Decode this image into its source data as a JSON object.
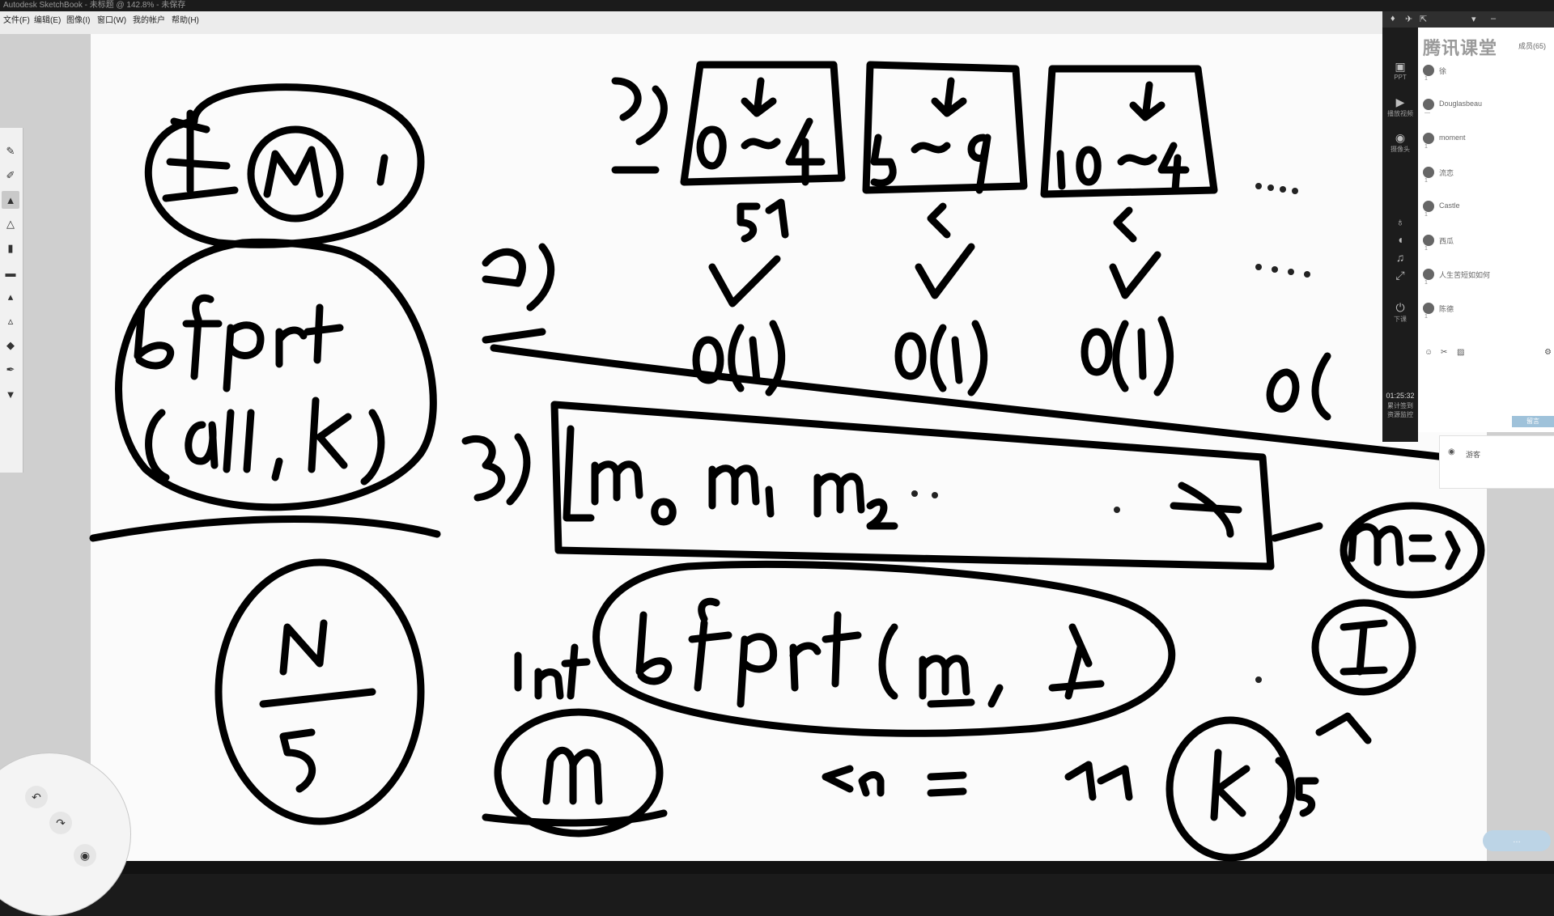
{
  "window": {
    "title": "Autodesk SketchBook - 未标题 @ 142.8% - 未保存"
  },
  "menu": {
    "items": [
      "文件(F)",
      "编辑(E)",
      "图像(I)",
      "窗口(W)",
      "我的帐户",
      "帮助(H)"
    ]
  },
  "tools": [
    "pencil-icon",
    "ballpoint-icon",
    "marker-icon",
    "airbrush-icon",
    "paintbrush-icon",
    "eraser-icon",
    "chisel-icon",
    "smudge-icon",
    "fill-icon",
    "inking-icon",
    "pen-icon"
  ],
  "puck": {
    "buttons": [
      "undo-icon",
      "redo-icon",
      "brush-size-icon"
    ]
  },
  "class_panel": {
    "brand": "腾讯课堂",
    "members_label": "成员(65)",
    "sidebar": [
      {
        "label": "PPT",
        "icon": "ppt-icon"
      },
      {
        "label": "播放视频",
        "icon": "play-icon"
      },
      {
        "label": "摄像头",
        "icon": "camera-icon"
      },
      {
        "label": "",
        "icon": "mic-icon"
      },
      {
        "label": "",
        "icon": "speaker-icon"
      },
      {
        "label": "",
        "icon": "music-icon"
      },
      {
        "label": "",
        "icon": "fullscreen-icon"
      },
      {
        "label": "下课",
        "icon": "power-icon"
      }
    ],
    "timer": "01:25:32",
    "timer_sub": "累计签到",
    "timer_sub2": "资源监控",
    "members": [
      {
        "name": "徐",
        "sub": "1"
      },
      {
        "name": "Douglasbeau",
        "sub": "—"
      },
      {
        "name": "moment",
        "sub": "1"
      },
      {
        "name": "流恋",
        "sub": "1"
      },
      {
        "name": "Castle",
        "sub": "1"
      },
      {
        "name": "西瓜",
        "sub": "1"
      },
      {
        "name": "人生苦短如如何",
        "sub": "1"
      },
      {
        "name": "陈德",
        "sub": "1"
      }
    ],
    "blue_tab": "留言",
    "panel2_label": "游客"
  },
  "bottom_pill": "…"
}
